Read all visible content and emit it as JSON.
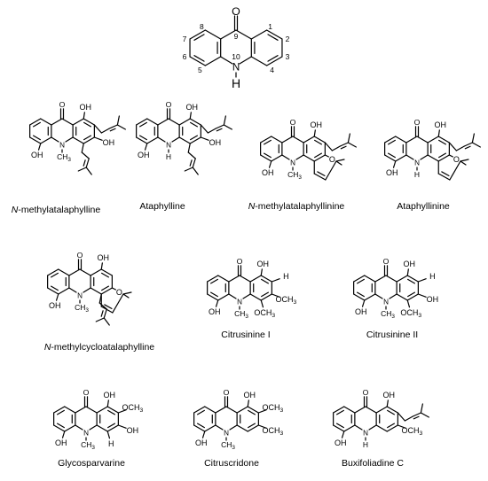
{
  "core": {
    "atom_O": "O",
    "atom_N": "N",
    "atom_H": "H",
    "positions": [
      "1",
      "2",
      "3",
      "4",
      "5",
      "6",
      "7",
      "8",
      "9",
      "10"
    ]
  },
  "compounds": [
    {
      "id": "c1",
      "prefix": "N",
      "name": "-methylatalaphylline"
    },
    {
      "id": "c2",
      "prefix": "",
      "name": "Ataphylline"
    },
    {
      "id": "c3",
      "prefix": "N",
      "name": "-methylatalaphyllinine"
    },
    {
      "id": "c4",
      "prefix": "",
      "name": "Ataphyllinine"
    },
    {
      "id": "c5",
      "prefix": "N",
      "name": "-methylcycloatalaphylline"
    },
    {
      "id": "c6",
      "prefix": "",
      "name": "Citrusinine I"
    },
    {
      "id": "c7",
      "prefix": "",
      "name": "Citrusinine II"
    },
    {
      "id": "c8",
      "prefix": "",
      "name": "Glycosparvarine"
    },
    {
      "id": "c9",
      "prefix": "",
      "name": "Citruscridone"
    },
    {
      "id": "c10",
      "prefix": "",
      "name": "Buxifoliadine C"
    }
  ],
  "atoms": {
    "O": "O",
    "OH": "OH",
    "H": "H",
    "N": "N",
    "CH3": "CH",
    "OCH3": "OCH",
    "sub3": "3"
  }
}
